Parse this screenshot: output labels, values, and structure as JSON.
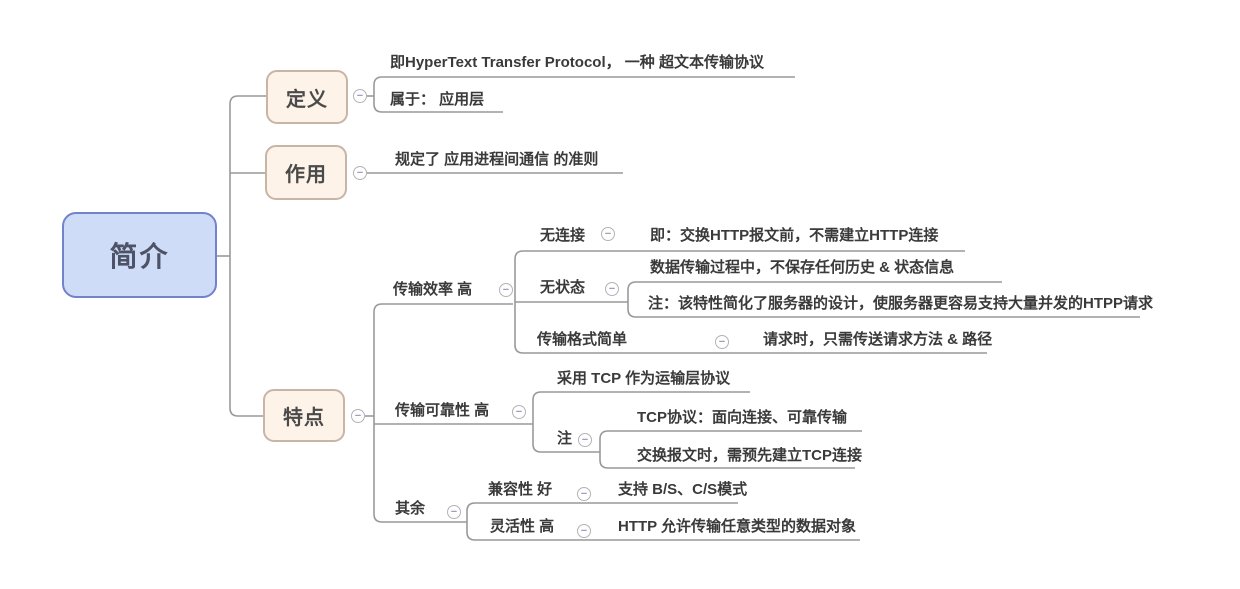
{
  "icons": {
    "glyph": "−"
  },
  "colors": {
    "root_fill": "#cfdcf7",
    "root_border": "#7282cb",
    "branch_fill": "#fdf3e8",
    "branch_border": "#c8b5a5",
    "line": "#999999",
    "text": "#3a3a3a"
  },
  "map": {
    "root": {
      "label": "简介"
    },
    "dingyi": {
      "label": "定义",
      "c1": {
        "text": "即HyperText Transfer Protocol， 一种 超文本传输协议"
      },
      "c2": {
        "text": "属于： 应用层"
      }
    },
    "zuoyong": {
      "label": "作用",
      "c1": {
        "text": "规定了 应用进程间通信 的准则"
      }
    },
    "tedian": {
      "label": "特点",
      "xiaolv": {
        "label": "传输效率 高",
        "wulianjie": {
          "label": "无连接",
          "c1": {
            "text": "即：交换HTTP报文前，不需建立HTTP连接"
          }
        },
        "wuzhuangtai": {
          "label": "无状态",
          "c1": {
            "text": "数据传输过程中，不保存任何历史 & 状态信息"
          },
          "note": {
            "text": "注：该特性简化了服务器的设计，使服务器更容易支持大量并发的HTPP请求"
          }
        },
        "geshi": {
          "label": "传输格式简单",
          "c1": {
            "text": "请求时，只需传送请求方法 & 路径"
          }
        }
      },
      "kekao": {
        "label": "传输可靠性 高",
        "c1": {
          "text": "采用 TCP 作为运输层协议"
        },
        "note": {
          "label": "注",
          "c1": {
            "text": "TCP协议：面向连接、可靠传输"
          },
          "c2": {
            "text": "交换报文时，需预先建立TCP连接"
          }
        }
      },
      "qiyu": {
        "label": "其余",
        "jianrong": {
          "label": "兼容性 好",
          "c1": {
            "text": "支持 B/S、C/S模式"
          }
        },
        "linghuo": {
          "label": "灵活性 高",
          "c1": {
            "text": "HTTP 允许传输任意类型的数据对象"
          }
        }
      }
    }
  }
}
